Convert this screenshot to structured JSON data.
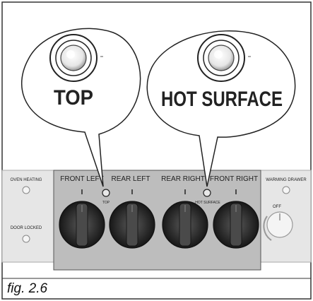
{
  "callouts": [
    {
      "id": "top",
      "text": "TOP"
    },
    {
      "id": "hot_surface",
      "text": "HOT SURFACE"
    }
  ],
  "panel": {
    "left_indicators": [
      "OVEN HEATING",
      "DOOR LOCKED"
    ],
    "right_indicator": "WARMING DRAWER",
    "knob_labels": [
      "FRONT LEFT",
      "REAR LEFT",
      "REAR RIGHT",
      "FRONT RIGHT"
    ],
    "indicator_small_labels": [
      "TOP",
      "HOT SURFACE"
    ],
    "warming_knob_label": "OFF"
  },
  "caption": "fig. 2.6"
}
